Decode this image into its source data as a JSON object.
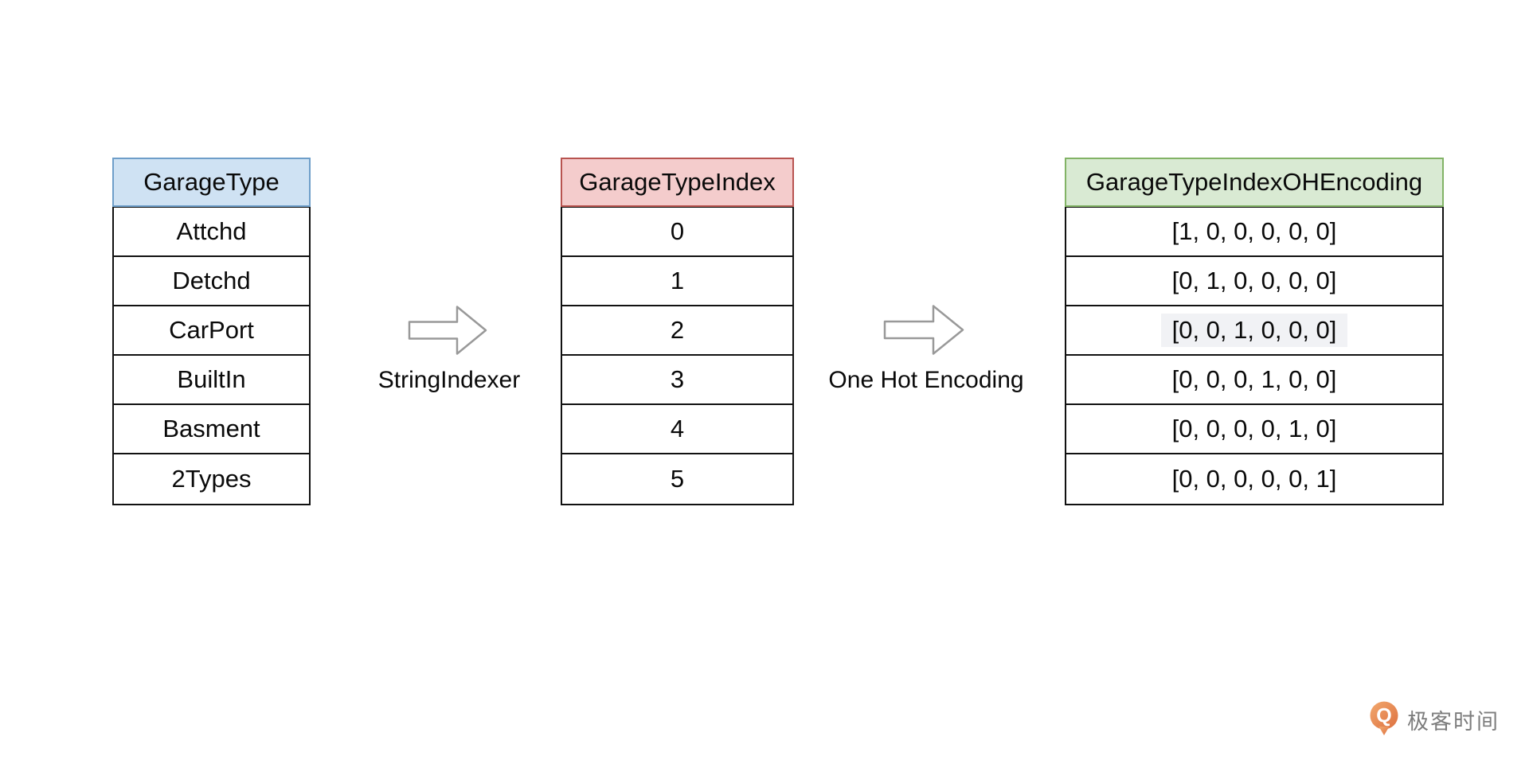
{
  "page": {
    "background": "#ffffff"
  },
  "diagram": {
    "tables": [
      {
        "name": "GarageType",
        "header": "GarageType",
        "header_fill": "#cfe2f3",
        "header_stroke": "#6e9ec9",
        "rows": [
          "Attchd",
          "Detchd",
          "CarPort",
          "BuiltIn",
          "Basment",
          "2Types"
        ]
      },
      {
        "name": "GarageTypeIndex",
        "header": "GarageTypeIndex",
        "header_fill": "#f4cccc",
        "header_stroke": "#b85450",
        "rows": [
          "0",
          "1",
          "2",
          "3",
          "4",
          "5"
        ]
      },
      {
        "name": "GarageTypeIndexOHEncoding",
        "header": "GarageTypeIndexOHEncoding",
        "header_fill": "#d9ead3",
        "header_stroke": "#82b366",
        "rows": [
          "[1, 0, 0, 0, 0, 0]",
          "[0, 1, 0, 0, 0, 0]",
          "[0, 0, 1, 0, 0, 0]",
          "[0, 0, 0, 1, 0, 0]",
          "[0, 0, 0, 0, 1, 0]",
          "[0, 0, 0, 0, 0, 1]"
        ],
        "highlighted_row_index": 2,
        "highlight_color": "#f1f2f5"
      }
    ],
    "arrows": [
      {
        "label": "StringIndexer"
      },
      {
        "label": "One Hot Encoding"
      }
    ],
    "arrow_stroke": "#999999",
    "table_border_color": "#111111"
  },
  "branding": {
    "logo_text": "极客时间",
    "logo_text_color": "#7d7d7d",
    "logo_icon_colors": {
      "from": "#f2a96e",
      "to": "#dd7040"
    }
  }
}
